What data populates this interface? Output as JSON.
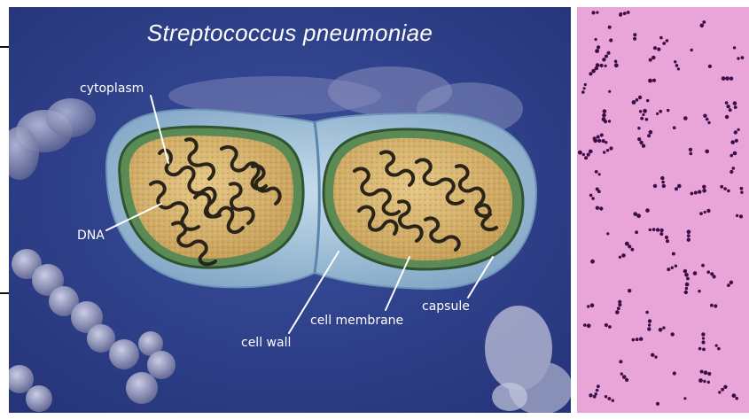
{
  "diagram": {
    "title": "Streptococcus pneumoniae",
    "labels": {
      "cytoplasm": "cytoplasm",
      "dna": "DNA",
      "cell_wall": "cell wall",
      "cell_membrane": "cell membrane",
      "capsule": "capsule"
    }
  },
  "colors": {
    "background_blue": "#2d3f8c",
    "capsule_blue": "#9fc0d8",
    "membrane_green": "#3f6b3a",
    "cytoplasm_tan": "#d8b46c",
    "dna_dark": "#2a2418",
    "micrograph_pink": "#e9a4d8",
    "stain_purple": "#3a0d4a"
  }
}
